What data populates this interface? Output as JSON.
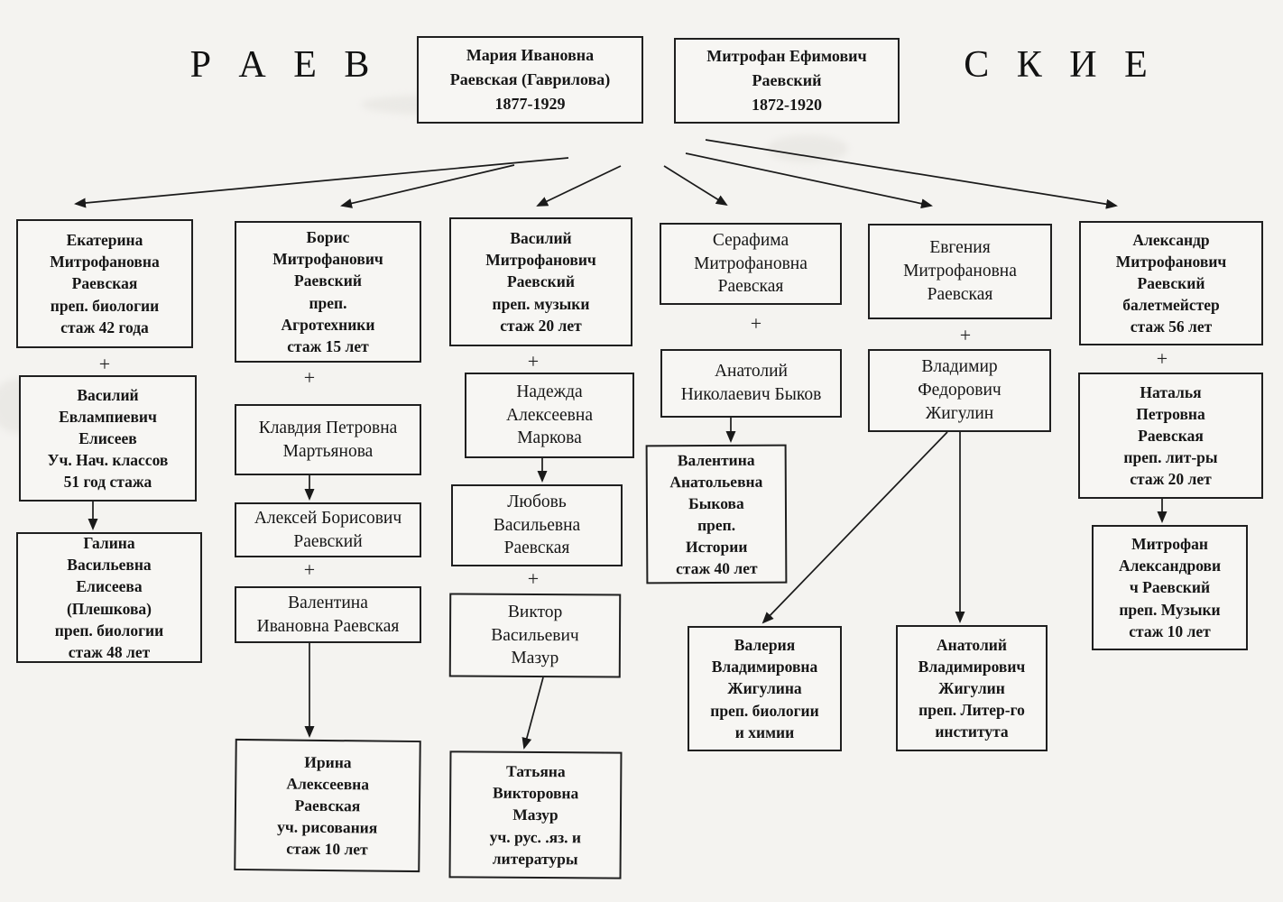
{
  "diagram_title": {
    "left_part": "Р А Е В",
    "right_part": "С К И Е"
  },
  "marriage_symbol": "+",
  "people": {
    "maria": "Мария Ивановна\nРаевская (Гаврилова)\n1877-1929",
    "mitrofan_sr": "Митрофан Ефимович\nРаевский\n1872-1920",
    "ekaterina": "Екатерина\nМитрофановна\nРаевская\nпреп. биологии\nстаж 42 года",
    "vasily_eliseev": "Василий\nЕвлампиевич\nЕлисеев\nУч. Нач. классов\n51 год стажа",
    "galina": "Галина\nВасильевна\nЕлисеева\n(Плешкова)\nпреп. биологии\nстаж 48 лет",
    "boris": "Борис\nМитрофанович\nРаевский\nпреп.\nАгротехники\nстаж 15 лет",
    "klavdia": "Клавдия Петровна\nМартьянова",
    "aleksey": "Алексей Борисович\nРаевский",
    "valentina_raevskaya": "Валентина\nИвановна Раевская",
    "irina": "Ирина\nАлексеевна\nРаевская\nуч. рисования\nстаж 10 лет",
    "vasily_raevsky": "Василий\nМитрофанович\nРаевский\nпреп. музыки\nстаж 20 лет",
    "nadezhda": "Надежда\nАлексеевна\nМаркова",
    "lyubov": "Любовь\nВасильевна\nРаевская",
    "viktor": "Виктор\nВасильевич\nМазур",
    "tatyana": "Татьяна\nВикторовна\nМазур\nуч. рус. .яз. и\nлитературы",
    "serafima": "Серафима\nМитрофановна\nРаевская",
    "anatoly_bykov": "Анатолий\nНиколаевич Быков",
    "valentina_bykova": "Валентина\nАнатольевна\nБыкова\nпреп.\nИстории\nстаж 40 лет",
    "evgenia": "Евгения\nМитрофановна\nРаевская",
    "vladimir_zhigulin": "Владимир\nФедорович\nЖигулин",
    "valeria": "Валерия\nВладимировна\nЖигулина\nпреп. биологии\nи химии",
    "anatoly_zhigulin": "Анатолий\nВладимирович\nЖигулин\nпреп. Литер-го\nинститута",
    "alexandr": "Александр\nМитрофанович\nРаевский\nбалетмейстер\nстаж 56 лет",
    "natalya": "Наталья\nПетровна\nРаевская\nпреп. лит-ры\nстаж 20 лет",
    "mitrofan_jr": "Митрофан\nАлександрови\nч Раевский\nпреп. Музыки\nстаж 10 лет"
  }
}
